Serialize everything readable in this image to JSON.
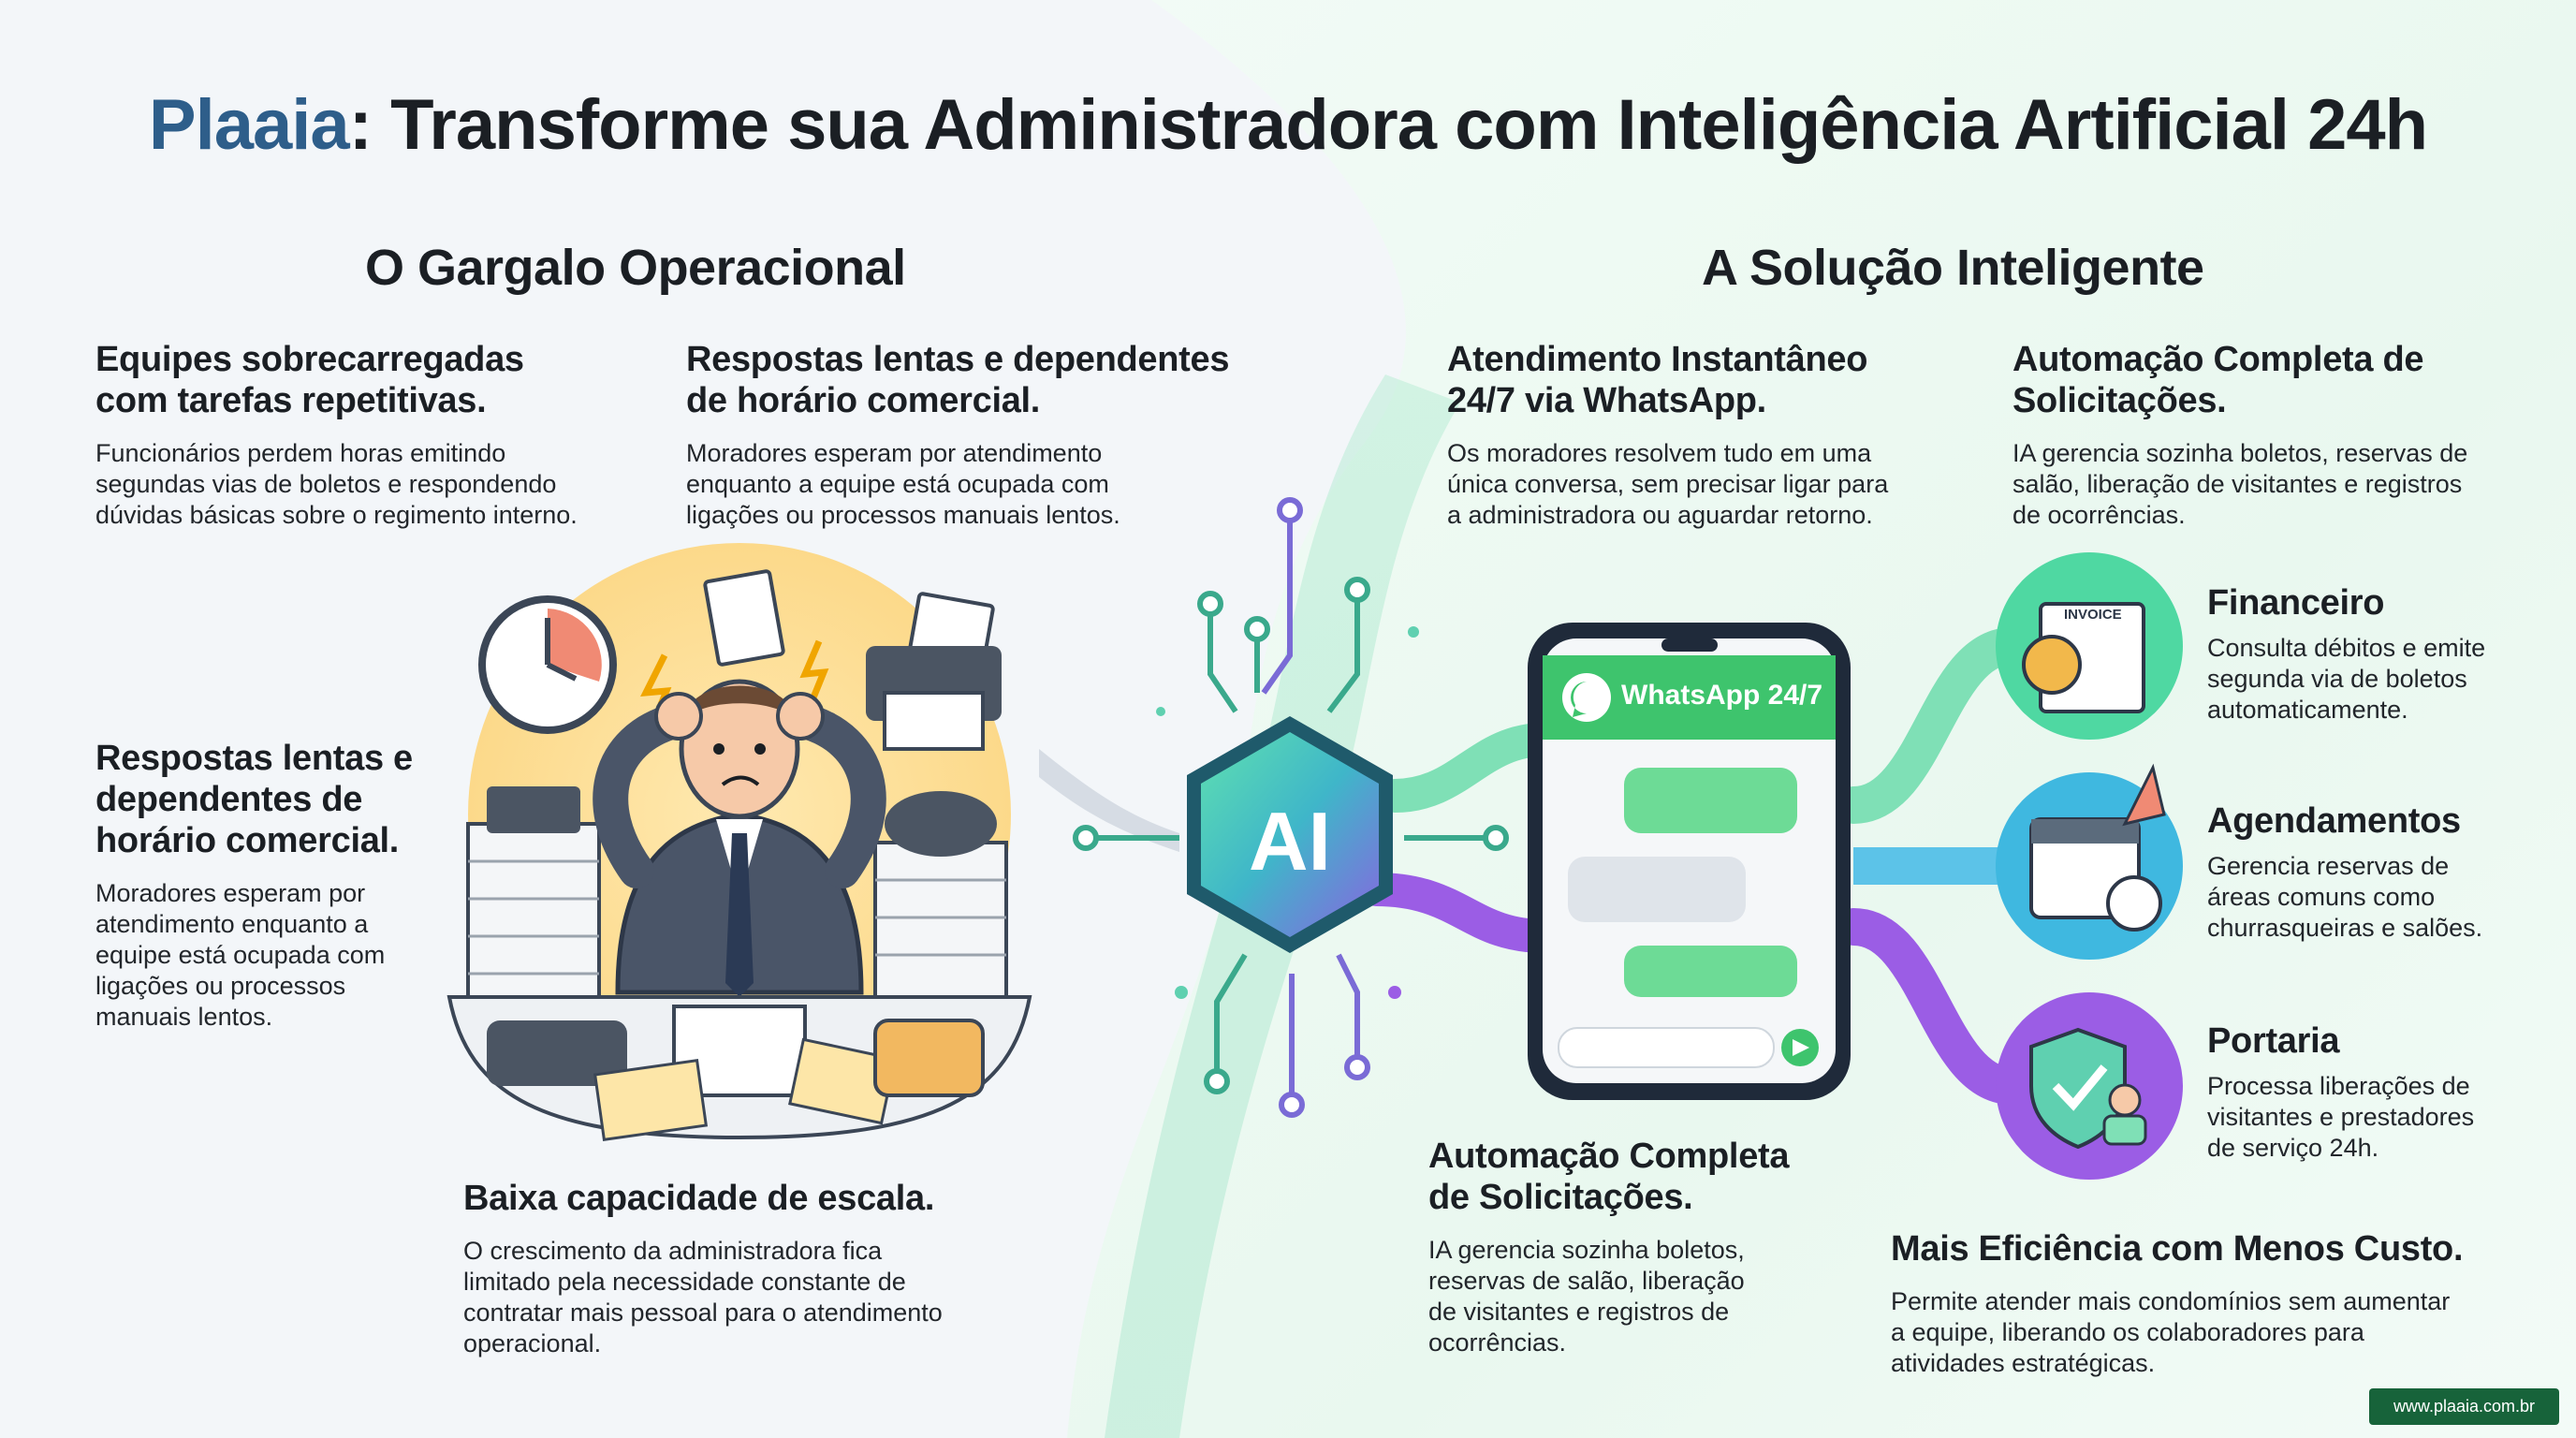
{
  "title": {
    "brand": "Plaaia",
    "rest": ": Transforme sua Administradora com Inteligência Artificial 24h"
  },
  "left": {
    "heading": "O Gargalo Operacional",
    "blocks": [
      {
        "title_l1": "Equipes sobrecarregadas",
        "title_l2": "com tarefas repetitivas.",
        "desc_l1": "Funcionários perdem horas emitindo",
        "desc_l2": "segundas vias de boletos e respondendo",
        "desc_l3": "dúvidas básicas sobre o regimento interno."
      },
      {
        "title_l1": "Respostas lentas e dependentes",
        "title_l2": "de horário comercial.",
        "desc_l1": "Moradores esperam por atendimento",
        "desc_l2": "enquanto a equipe está ocupada com",
        "desc_l3": "ligações ou processos manuais lentos."
      },
      {
        "title_l1": "Respostas lentas e",
        "title_l2": "dependentes de",
        "title_l3": "horário comercial.",
        "desc_l1": "Moradores esperam por",
        "desc_l2": "atendimento enquanto a",
        "desc_l3": "equipe está ocupada com",
        "desc_l4": "ligações ou processos",
        "desc_l5": "manuais lentos."
      },
      {
        "title_l1": "Baixa capacidade de escala.",
        "desc_l1": "O crescimento da administradora fica",
        "desc_l2": "limitado pela necessidade constante de",
        "desc_l3": "contratar mais pessoal para o atendimento",
        "desc_l4": "operacional."
      }
    ]
  },
  "right": {
    "heading": "A Solução Inteligente",
    "blocks": [
      {
        "title_l1": "Atendimento Instantâneo",
        "title_l2": "24/7 via WhatsApp.",
        "desc_l1": "Os moradores resolvem tudo em uma",
        "desc_l2": "única conversa, sem precisar ligar para",
        "desc_l3": "a administradora ou aguardar retorno."
      },
      {
        "title_l1": "Automação Completa de",
        "title_l2": "Solicitações.",
        "desc_l1": "IA gerencia sozinha boletos, reservas de",
        "desc_l2": "salão, liberação de visitantes e registros",
        "desc_l3": "de ocorrências."
      },
      {
        "title_l1": "Automação Completa",
        "title_l2": "de Solicitações.",
        "desc_l1": "IA gerencia sozinha boletos,",
        "desc_l2": "reservas de salão, liberação",
        "desc_l3": "de visitantes e registros de",
        "desc_l4": "ocorrências."
      },
      {
        "title_l1": "Mais Eficiência com Menos Custo.",
        "desc_l1": "Permite atender mais condomínios sem aumentar",
        "desc_l2": "a equipe, liberando os colaboradores para",
        "desc_l3": "atividades estratégicas."
      }
    ],
    "features": [
      {
        "title": "Financeiro",
        "desc_l1": "Consulta débitos e emite",
        "desc_l2": "segunda via de boletos",
        "desc_l3": "automaticamente.",
        "icon": "invoice-dollar-icon",
        "color": "#4fd8a2"
      },
      {
        "title": "Agendamentos",
        "desc_l1": "Gerencia reservas de",
        "desc_l2": "áreas comuns como",
        "desc_l3": "churrasqueiras e salões.",
        "icon": "calendar-clock-icon",
        "color": "#3fb8e0"
      },
      {
        "title": "Portaria",
        "desc_l1": "Processa liberações de",
        "desc_l2": "visitantes e prestadores",
        "desc_l3": "de serviço 24h.",
        "icon": "shield-check-icon",
        "color": "#9b5de5"
      }
    ]
  },
  "ai_label": "AI",
  "phone": {
    "header": "WhatsApp 24/7"
  },
  "invoice_label": "INVOICE",
  "website": "www.plaaia.com.br",
  "colors": {
    "brand": "#2e5e8a",
    "whatsapp_green": "#3ec46d",
    "teal": "#4fd8a2",
    "blue": "#3fb8e0",
    "purple": "#9b5de5",
    "badge": "#17633a"
  }
}
